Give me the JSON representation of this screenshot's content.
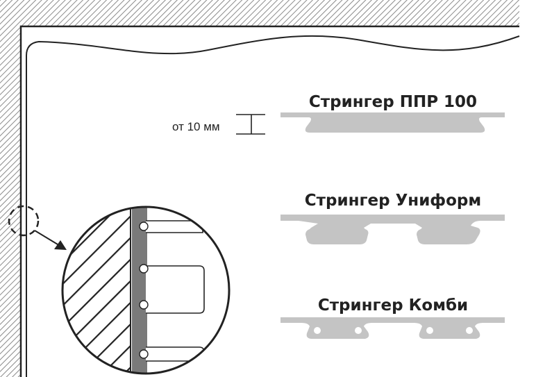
{
  "stringers": [
    {
      "title": "Стрингер ППР 100"
    },
    {
      "title": "Стрингер Униформ"
    },
    {
      "title": "Стрингер Комби"
    }
  ],
  "dimension_label": "от 10 мм",
  "colors": {
    "profile_fill": "#c4c4c4",
    "wall_hatch": "#8a8a8a",
    "line": "#222222",
    "background": "#ffffff"
  }
}
